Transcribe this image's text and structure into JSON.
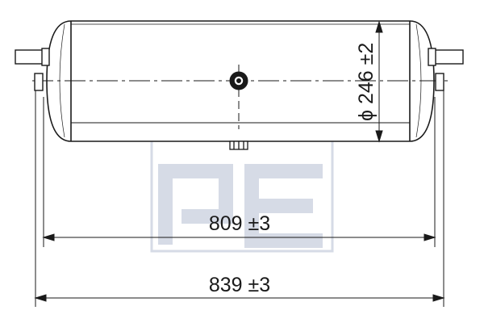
{
  "diagram": {
    "diameter_label": "ϕ 246 ±2",
    "inner_length_label": "809 ±3",
    "overall_length_label": "839 ±3"
  },
  "watermark": {
    "text": "PE",
    "color": "#d6dbe6"
  },
  "colors": {
    "line": "#1a1a1a",
    "tank_fill": "#ffffff"
  }
}
